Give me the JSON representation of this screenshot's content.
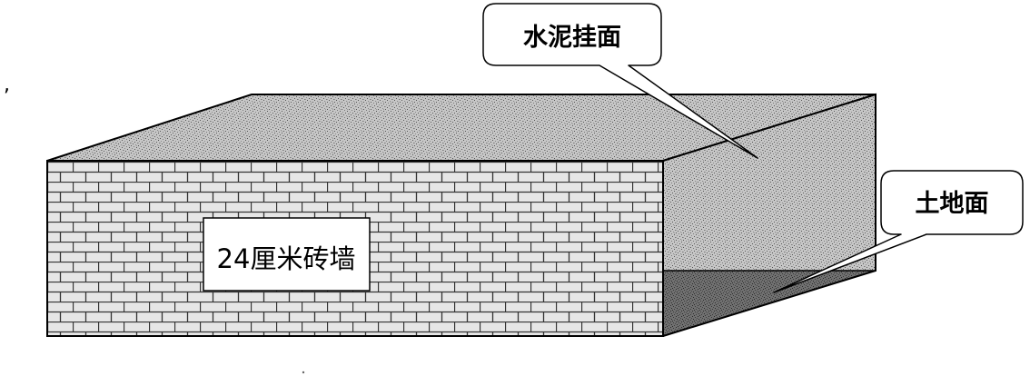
{
  "labels": {
    "cement_plaster": "水泥挂面",
    "soil_ground": "土地面",
    "brick_wall": "24厘米砖墙"
  },
  "stray_marks": {
    "comma": ","
  },
  "colors": {
    "outline": "#000000",
    "brick_fill": "#e4e4e4",
    "mortar": "#3a3a3a",
    "plaster_fill": "#c4c4c4",
    "plaster_speckle": "#6e6e6e",
    "soil_fill": "#6a6a6a",
    "label_box_fill": "#ffffff",
    "callout_fill": "#ffffff"
  },
  "wall": {
    "material": "brick",
    "label_text_key": "labels.brick_wall"
  }
}
